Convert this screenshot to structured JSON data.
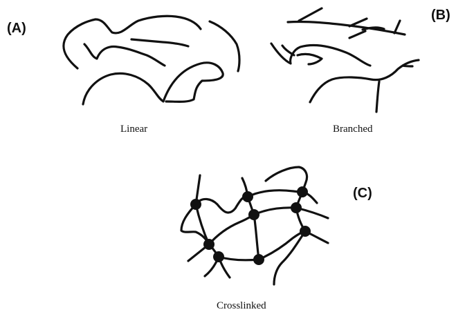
{
  "panels": [
    {
      "tag": "(A)",
      "caption": "Linear"
    },
    {
      "tag": "(B)",
      "caption": "Branched"
    },
    {
      "tag": "(C)",
      "caption": "Crosslinked"
    }
  ]
}
